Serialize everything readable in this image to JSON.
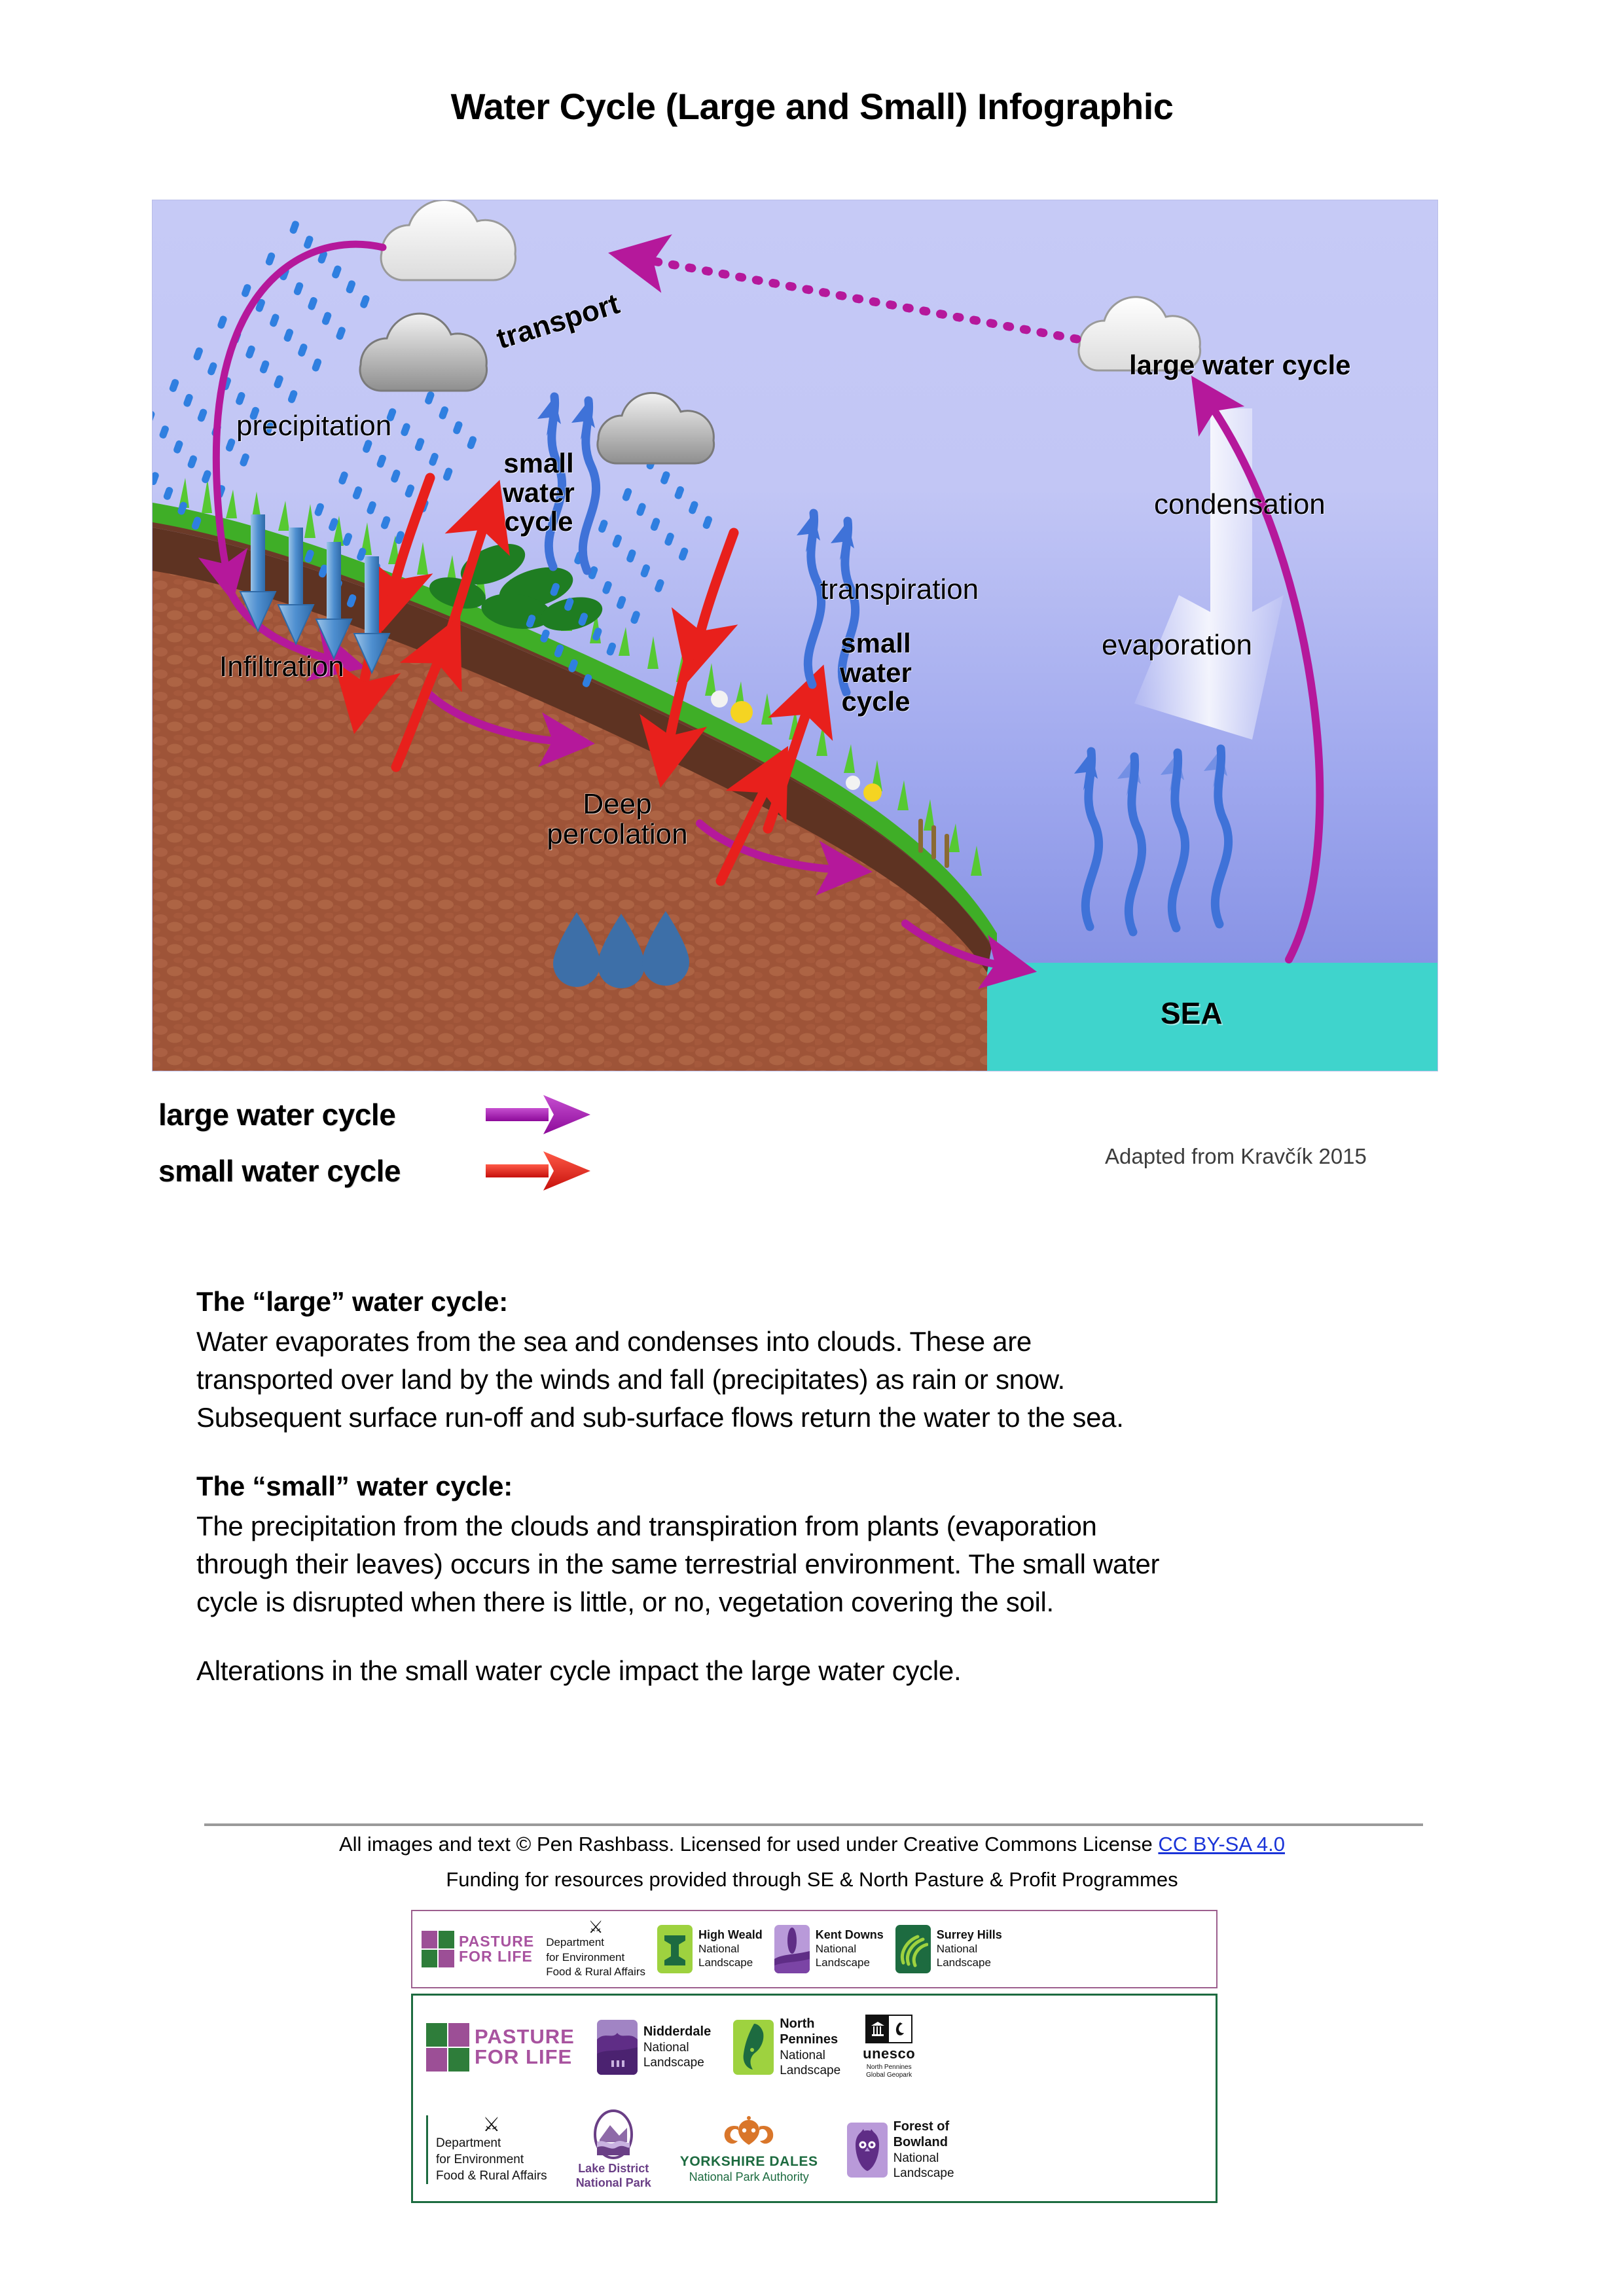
{
  "page": {
    "title": "Water Cycle (Large and Small) Infographic"
  },
  "infographic": {
    "labels": {
      "transport": "transport",
      "large_water_cycle": "large water cycle",
      "condensation": "condensation",
      "precipitation": "precipitation",
      "small_water_cycle_left": "small\nwater\ncycle",
      "small_water_cycle_left_l1": "small",
      "small_water_cycle_left_l2": "water",
      "small_water_cycle_left_l3": "cycle",
      "small_water_cycle_mid_l1": "small",
      "small_water_cycle_mid_l2": "water",
      "small_water_cycle_mid_l3": "cycle",
      "transpiration": "transpiration",
      "evaporation": "evaporation",
      "infiltration": "Infiltration",
      "deep_percolation_l1": "Deep",
      "deep_percolation_l2": "percolation",
      "sea": "SEA"
    },
    "colors": {
      "sky_top": "#c6caf6",
      "sky_bottom": "#7b87e0",
      "sea": "#3fd4cc",
      "topsoil": "#5e3322",
      "subsoil": "#9e5438",
      "grass": "#4bb82c",
      "large_cycle_arrow": "#b5189b",
      "small_cycle_arrow": "#e8201c",
      "rain": "#3b86e0",
      "vapour": "#3f72d8",
      "infiltration_arrow": "#4e8fd0"
    },
    "credit": "Adapted from Kravčík 2015"
  },
  "legend": {
    "items": [
      {
        "label": "large water cycle",
        "color": "#a814a0"
      },
      {
        "label": "small water cycle",
        "color": "#e8201c"
      }
    ]
  },
  "content": {
    "large": {
      "heading": "The “large” water cycle:",
      "line1": "Water evaporates from the sea and condenses into clouds. These are",
      "line2": "transported over land by the winds and fall (precipitates) as rain or snow.",
      "line3": "Subsequent surface run-off and sub-surface flows return the water to the sea."
    },
    "small": {
      "heading": "The “small” water cycle:",
      "line1": "The precipitation from the clouds and transpiration from plants (evaporation",
      "line2": "through their leaves) occurs in the same terrestrial environment. The small water",
      "line3": "cycle is disrupted when there is little, or no, vegetation covering the soil."
    },
    "closing": "Alterations in the small water cycle impact the large water cycle."
  },
  "footer": {
    "credit_prefix": "All images and text © Pen Rashbass. Licensed for used under Creative Commons License ",
    "license_link": "CC BY-SA 4.0",
    "funding": "Funding for resources provided through SE & North Pasture & Profit Programmes"
  },
  "logos": {
    "strip_1_border": "#9c5f8e",
    "strip_2_border": "#1d6b40",
    "pasture_for_life": {
      "line1": "PASTURE",
      "line2": "FOR LIFE"
    },
    "defra": {
      "line1": "Department",
      "line2": "for Environment",
      "line3": "Food & Rural Affairs"
    },
    "high_weald": {
      "name": "High Weald",
      "sub1": "National",
      "sub2": "Landscape",
      "badge": "#9ed23f"
    },
    "kent_downs": {
      "name": "Kent Downs",
      "sub1": "National",
      "sub2": "Landscape",
      "badge": "#b99ad9"
    },
    "surrey_hills": {
      "name": "Surrey Hills",
      "sub1": "National",
      "sub2": "Landscape",
      "badge": "#1d6b40"
    },
    "nidderdale": {
      "name": "Nidderdale",
      "sub1": "National",
      "sub2": "Landscape",
      "badge": "#a184c4"
    },
    "north_pennines": {
      "name1": "North",
      "name2": "Pennines",
      "sub1": "National",
      "sub2": "Landscape",
      "badge": "#9ed23f"
    },
    "unesco": {
      "word": "unesco",
      "sub1": "North Pennines",
      "sub2": "Global Geopark"
    },
    "lake_district": {
      "line1": "Lake District",
      "line2": "National Park"
    },
    "yorkshire_dales": {
      "name": "YORKSHIRE DALES",
      "sub": "National Park Authority"
    },
    "forest_of_bowland": {
      "name1": "Forest of",
      "name2": "Bowland",
      "sub1": "National",
      "sub2": "Landscape",
      "badge": "#b99ad9"
    }
  }
}
